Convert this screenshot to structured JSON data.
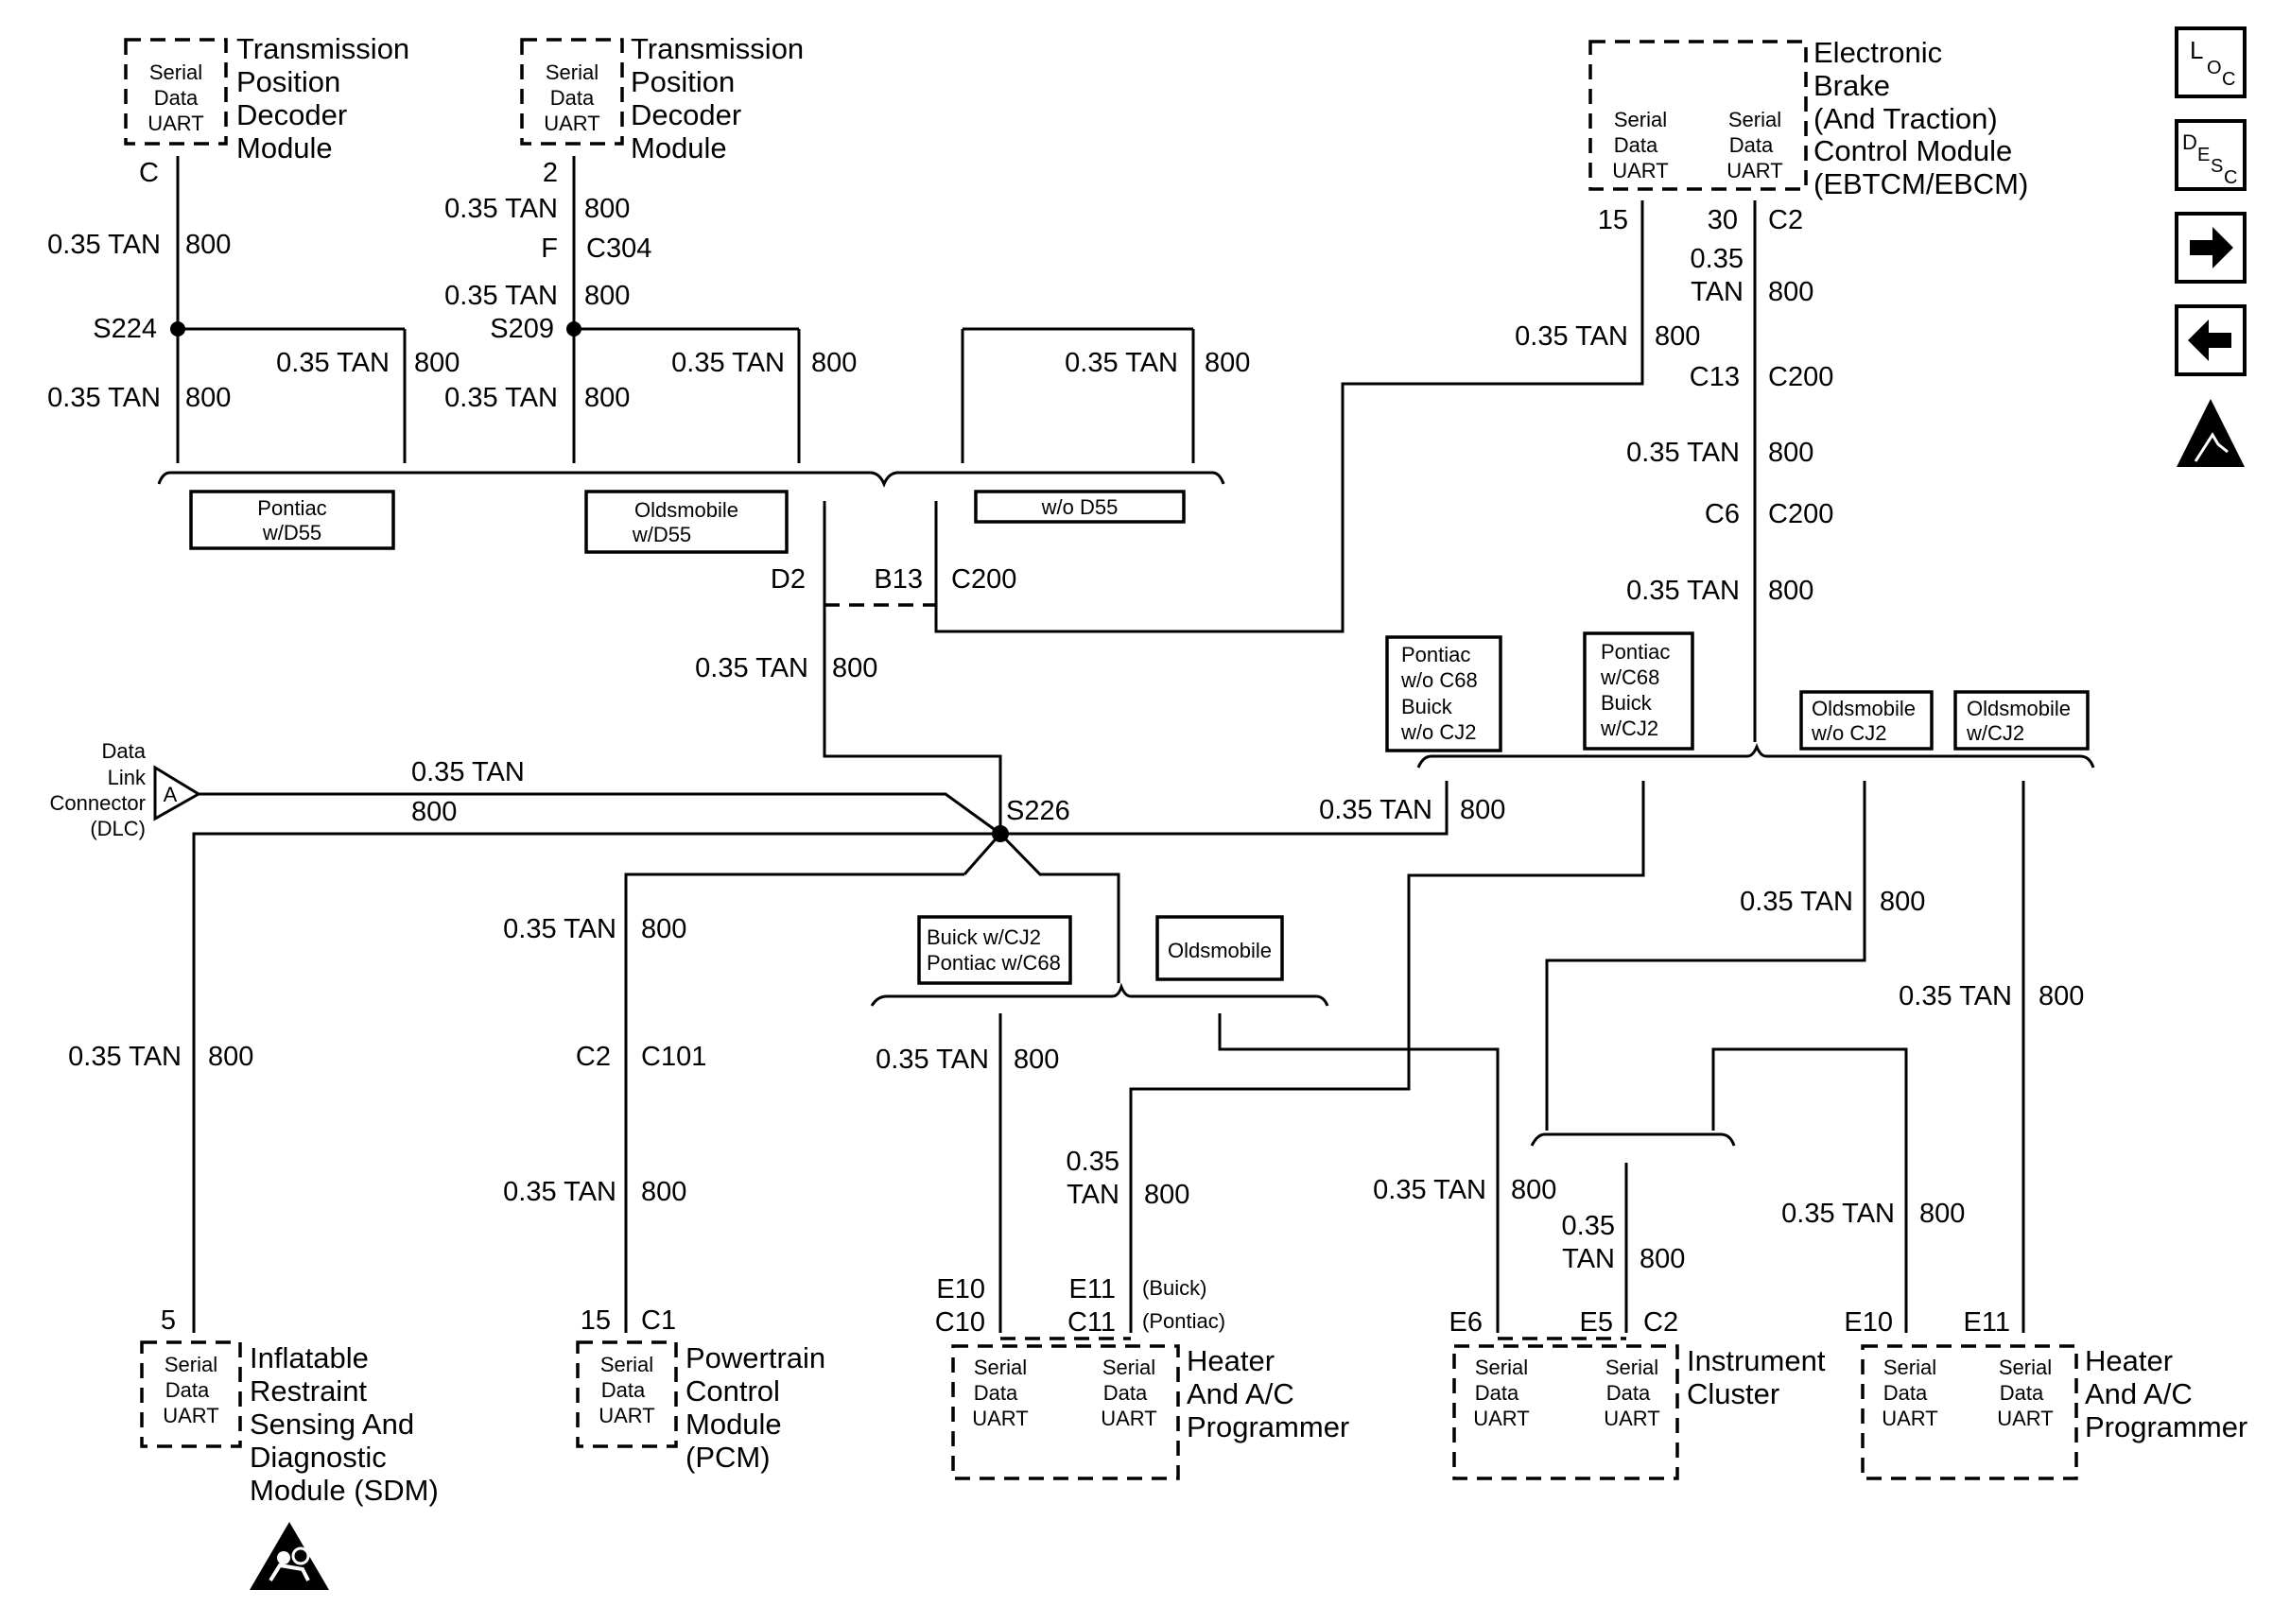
{
  "uart": {
    "l1": "Serial",
    "l2": "Data",
    "l3": "UART"
  },
  "wire": {
    "size": "0.35 TAN",
    "size_short": "0.35",
    "color": "TAN",
    "circuit": "800"
  },
  "modules": {
    "tpd1": [
      "Transmission",
      "Position",
      "Decoder",
      "Module"
    ],
    "tpd2": [
      "Transmission",
      "Position",
      "Decoder",
      "Module"
    ],
    "ebtcm": [
      "Electronic",
      "Brake",
      "(And Traction)",
      "Control Module",
      "(EBTCM/EBCM)"
    ],
    "sdm": [
      "Inflatable",
      "Restraint",
      "Sensing And",
      "Diagnostic",
      "Module (SDM)"
    ],
    "pcm": [
      "Powertrain",
      "Control",
      "Module",
      "(PCM)"
    ],
    "hvac1": [
      "Heater",
      "And A/C",
      "Programmer"
    ],
    "ipc": [
      "Instrument",
      "Cluster"
    ],
    "hvac2": [
      "Heater",
      "And A/C",
      "Programmer"
    ]
  },
  "dlc": [
    "Data",
    "Link",
    "Connector",
    "(DLC)"
  ],
  "dlc_pin": "A",
  "pins": {
    "tpd1": "C",
    "tpd2": "2",
    "ebtcm_a": "15",
    "ebtcm_b": "30",
    "ebtcm_c": "C2",
    "sdm": "5",
    "pcm_a": "15",
    "pcm_b": "C1",
    "hvac1_e10": "E10",
    "hvac1_c10": "C10",
    "hvac1_e11": "E11",
    "hvac1_c11": "C11",
    "buick": "(Buick)",
    "pontiac": "(Pontiac)",
    "ipc_e6": "E6",
    "ipc_e5": "E5",
    "ipc_c2": "C2",
    "hvac2_e10": "E10",
    "hvac2_e11": "E11"
  },
  "connectors": {
    "f": "F",
    "c304": "C304",
    "c13": "C13",
    "c200": "C200",
    "c6": "C6",
    "d2": "D2",
    "b13": "B13",
    "c2": "C2",
    "c101": "C101"
  },
  "splices": {
    "s224": "S224",
    "s209": "S209",
    "s226": "S226"
  },
  "options": {
    "pontiac_d55": [
      "Pontiac",
      "w/D55"
    ],
    "olds_d55": [
      "Oldsmobile",
      "w/D55"
    ],
    "wo_d55": [
      "w/o D55"
    ],
    "pont_wo_c68": [
      "Pontiac",
      "w/o C68",
      "Buick",
      "w/o CJ2"
    ],
    "pont_c68": [
      "Pontiac",
      "w/C68",
      "Buick",
      "w/CJ2"
    ],
    "olds_wo_cj2": [
      "Oldsmobile",
      "w/o CJ2"
    ],
    "olds_cj2": [
      "Oldsmobile",
      "w/CJ2"
    ],
    "buick_cj2": [
      "Buick w/CJ2",
      "Pontiac w/C68"
    ],
    "olds": [
      "Oldsmobile"
    ]
  },
  "nav": {
    "loc": [
      "L",
      "O",
      "C"
    ],
    "desc": [
      "D",
      "E",
      "S",
      "C"
    ]
  },
  "icons": [
    "loc-icon",
    "desc-icon",
    "next-arrow-icon",
    "prev-arrow-icon",
    "esd-warning-icon",
    "airbag-warning-icon"
  ]
}
